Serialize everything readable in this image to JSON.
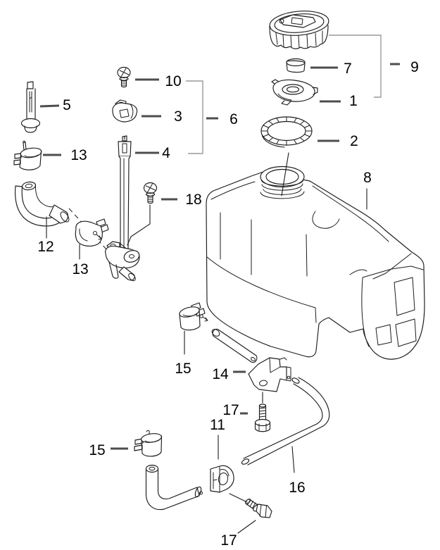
{
  "diagram": {
    "callouts": [
      {
        "part": "5"
      },
      {
        "part": "10"
      },
      {
        "part": "3"
      },
      {
        "part": "6"
      },
      {
        "part": "4"
      },
      {
        "part": "13"
      },
      {
        "part": "18"
      },
      {
        "part": "12"
      },
      {
        "part": "13"
      },
      {
        "part": "7"
      },
      {
        "part": "9"
      },
      {
        "part": "1"
      },
      {
        "part": "2"
      },
      {
        "part": "8"
      },
      {
        "part": "15"
      },
      {
        "part": "14"
      },
      {
        "part": "17"
      },
      {
        "part": "11"
      },
      {
        "part": "15"
      },
      {
        "part": "16"
      },
      {
        "part": "17"
      }
    ],
    "colors": {
      "background": "#ffffff",
      "line": "#1c1c1c",
      "label": "#000000",
      "leader": "#4d4d4d",
      "bracket": "#9a9a9a"
    }
  }
}
